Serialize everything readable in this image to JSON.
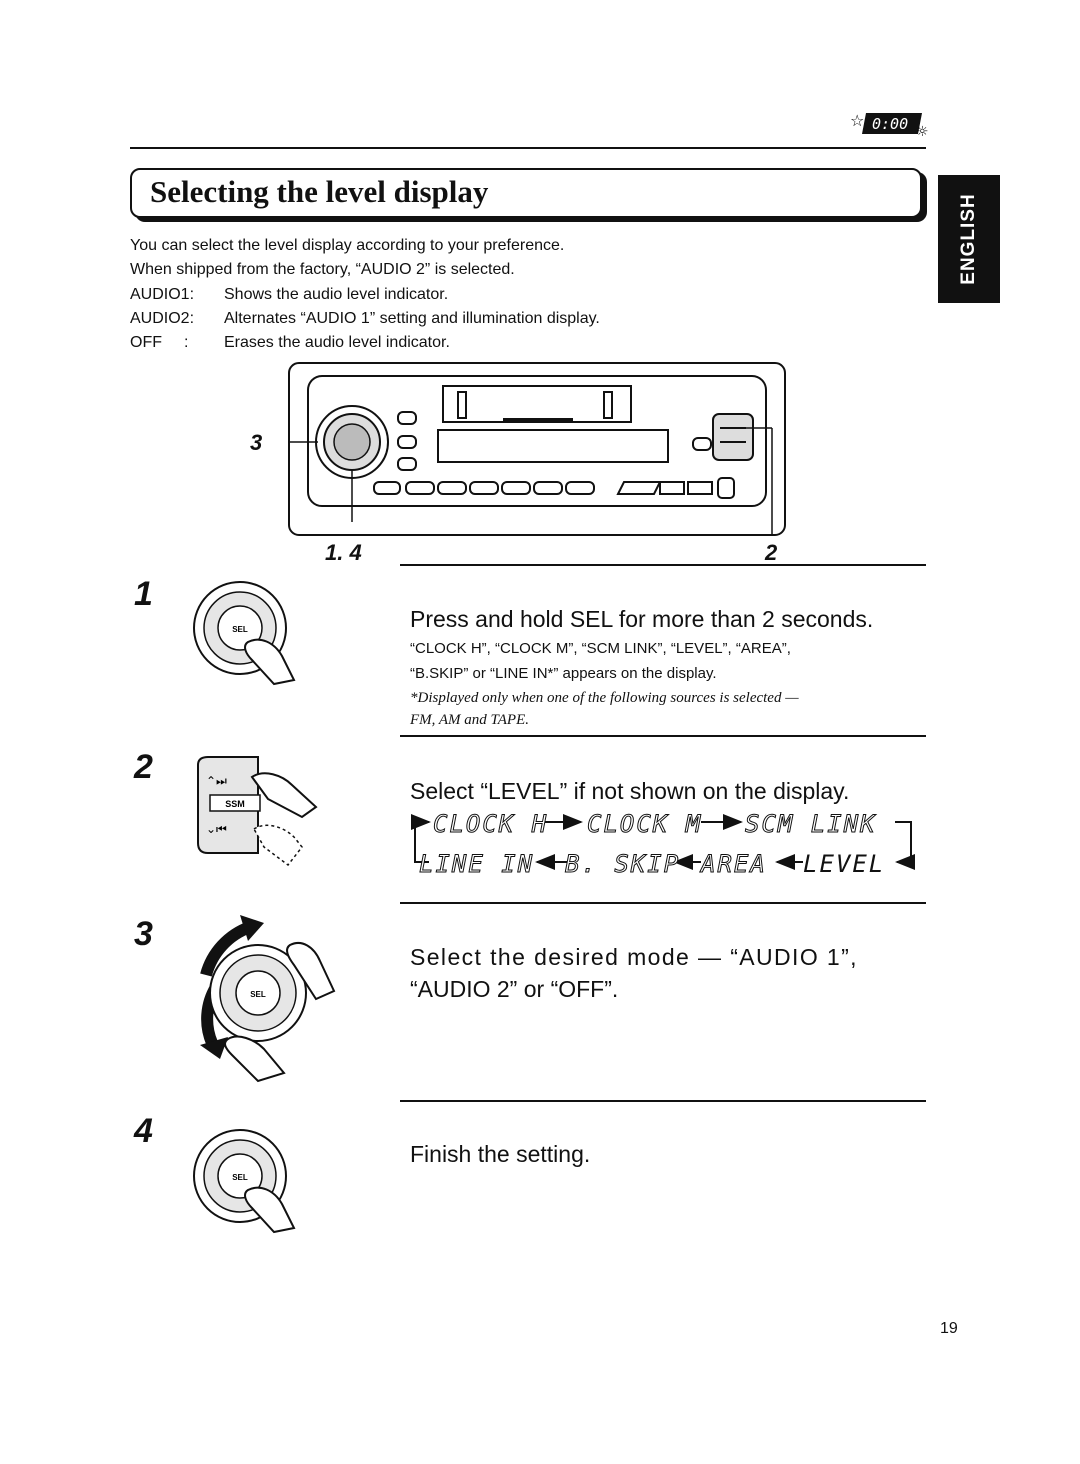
{
  "header": {
    "clock_display": "0:00"
  },
  "title": "Selecting the level display",
  "language_tab": "ENGLISH",
  "intro": {
    "line1": "You can select the level display according to your preference.",
    "line2": "When shipped from the factory, “AUDIO 2” is selected.",
    "audio1_key": "AUDIO1:",
    "audio1_desc": "Shows the audio level indicator.",
    "audio2_key": "AUDIO2:",
    "audio2_desc": "Alternates “AUDIO 1” setting and illumination display.",
    "off_key": "OFF",
    "off_sep": ":",
    "off_desc": "Erases the audio level indicator."
  },
  "unit_callouts": {
    "left_top": "3",
    "left_bottom": "1. 4",
    "right_bottom": "2"
  },
  "steps": [
    {
      "number": "1",
      "button_label": "SEL",
      "heading": "Press and hold SEL for more than 2 seconds.",
      "sub_line1": "“CLOCK H”, “CLOCK M”, “SCM LINK”, “LEVEL”, “AREA”,",
      "sub_line2": "“B.SKIP” or “LINE IN*” appears on the display.",
      "note_line1": "*Displayed only when one of the following sources is selected —",
      "note_line2": "FM, AM and TAPE."
    },
    {
      "number": "2",
      "button_label": "SSM",
      "heading": "Select “LEVEL” if not shown on the display.",
      "display_items": [
        "CLOCK H",
        "CLOCK M",
        "SCM LINK",
        "LEVEL",
        "AREA",
        "B. SKIP",
        "LINE IN"
      ],
      "highlighted_item": "LEVEL"
    },
    {
      "number": "3",
      "button_label": "SEL",
      "heading_line1": "Select the desired mode — “AUDIO 1”,",
      "heading_line2": "“AUDIO 2” or “OFF”."
    },
    {
      "number": "4",
      "button_label": "SEL",
      "heading": "Finish the setting."
    }
  ],
  "page_number": "19"
}
